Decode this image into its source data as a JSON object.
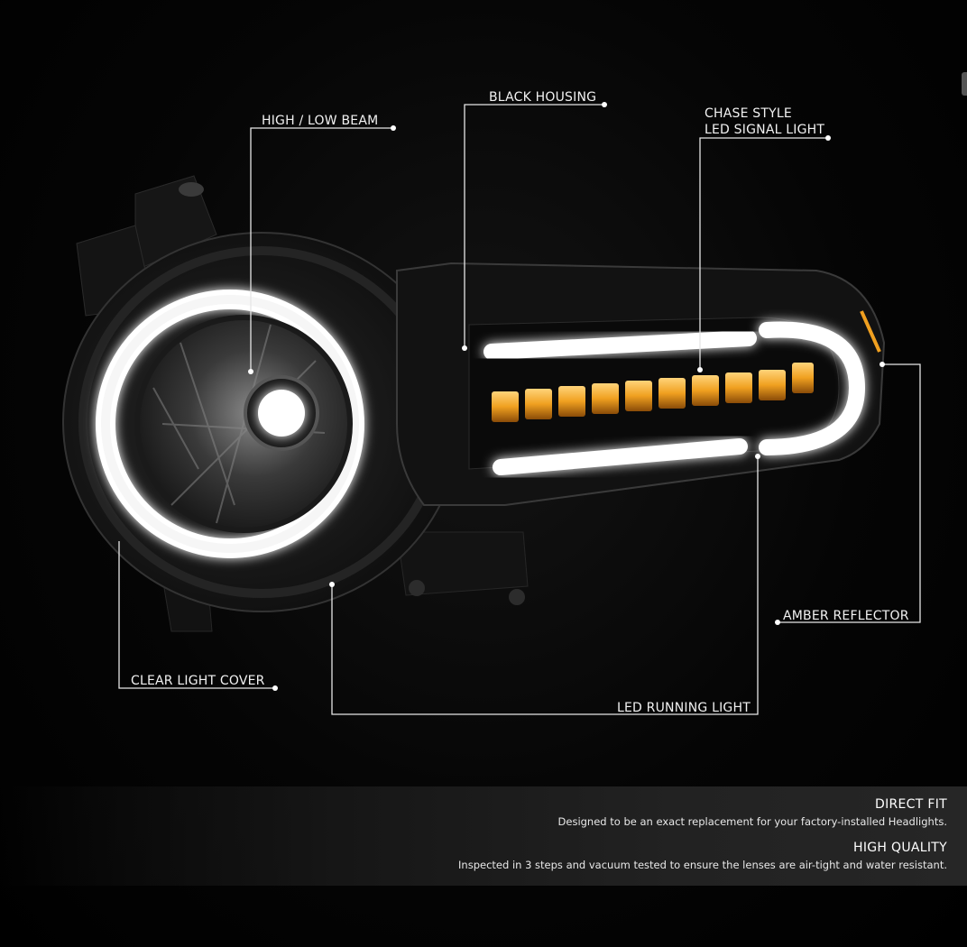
{
  "callouts": {
    "high_low_beam": "HIGH / LOW BEAM",
    "black_housing": "BLACK HOUSING",
    "chase_style_line1": "CHASE STYLE",
    "chase_style_line2": "LED SIGNAL LIGHT",
    "amber_reflector": "AMBER REFLECTOR",
    "clear_light_cover": "CLEAR LIGHT COVER",
    "led_running_light": "LED RUNNING LIGHT"
  },
  "features": [
    {
      "title": "DIRECT FIT",
      "description": "Designed to be an exact replacement for your factory-installed Headlights."
    },
    {
      "title": "HIGH QUALITY",
      "description": "Inspected in 3 steps and vacuum tested to ensure the lenses are air-tight and water resistant."
    }
  ],
  "colors": {
    "background": "#000000",
    "amber": "#f0a020",
    "led_white": "#ffffff",
    "callout_line": "#e6e6e6"
  }
}
